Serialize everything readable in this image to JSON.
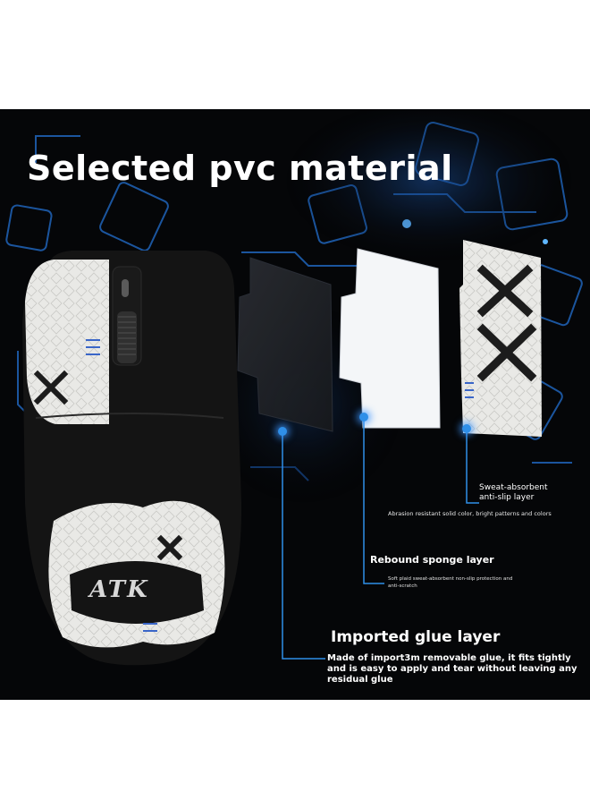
{
  "header": {
    "title": "Selected pvc material"
  },
  "layers": [
    {
      "name": "Sweat-absorbent anti-slip layer",
      "label_line1": "Sweat-absorbent",
      "label_line2": "anti-slip layer",
      "description": "Abrasion resistant solid color, bright patterns and colors"
    },
    {
      "name": "Rebound sponge layer",
      "label": "Rebound sponge layer",
      "description_line1": "Soft plaid sweat-absorbent non-slip protection and",
      "description_line2": "anti-scratch"
    },
    {
      "name": "Imported glue layer",
      "label": "Imported glue layer",
      "description": "Made of import3m removable glue, it fits tightly and is easy to apply and tear without leaving any residual glue"
    }
  ],
  "mouse_logo": "ATK",
  "colors": {
    "background": "#050608",
    "accent": "#2f8fe8",
    "grip": "#e9e9e6",
    "mouse": "#141414"
  }
}
